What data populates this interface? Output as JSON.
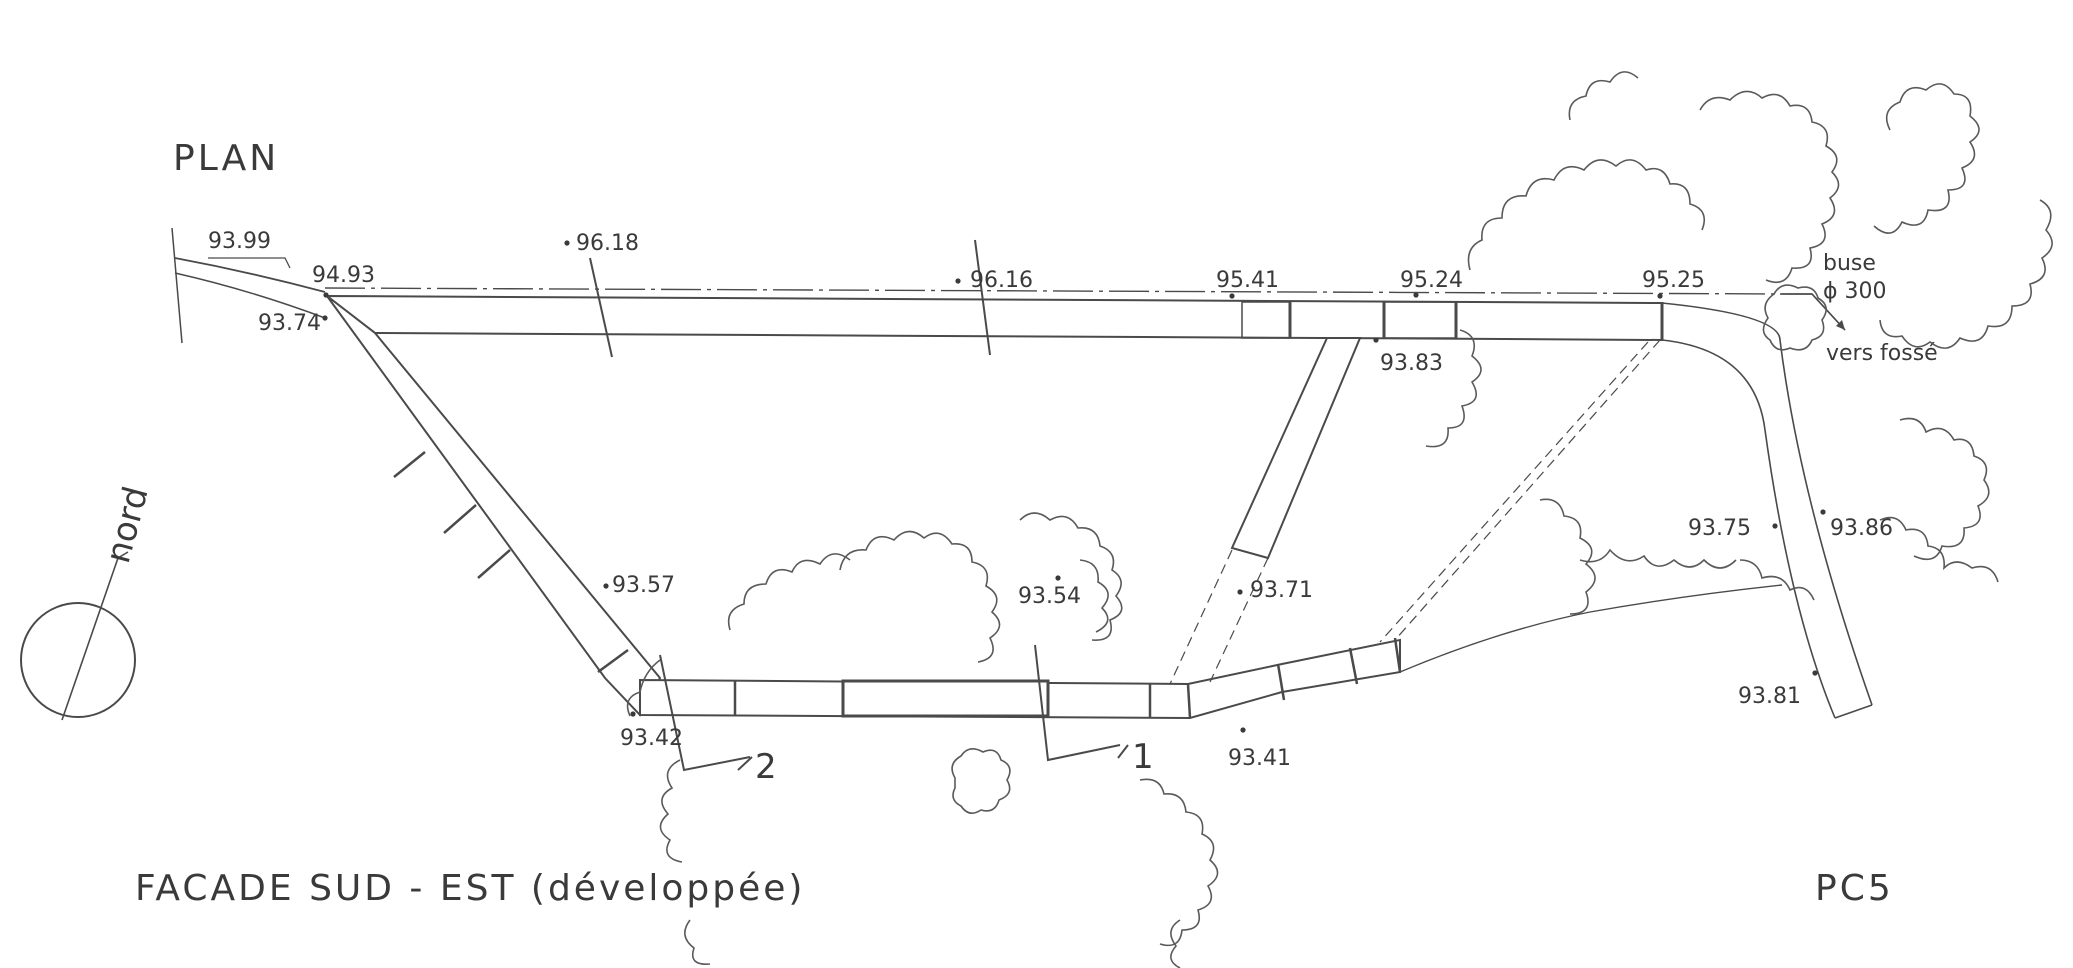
{
  "plan": {
    "title": "PLAN",
    "facade_title": "FACADE  SUD - EST (développée)",
    "sheet": "PC5",
    "north_label": "nord",
    "pipe_label": "buse",
    "pipe_diameter": "ϕ 300",
    "outlet_label": "vers fossé",
    "section_1": "1",
    "section_2": "2",
    "elevations": [
      "93.99",
      "94.93",
      "93.74",
      "96.18",
      "96.16",
      "95.41",
      "95.24",
      "95.25",
      "93.83",
      "93.57",
      "93.54",
      "93.71",
      "93.42",
      "93.41",
      "93.75",
      "93.86",
      "93.81"
    ]
  }
}
